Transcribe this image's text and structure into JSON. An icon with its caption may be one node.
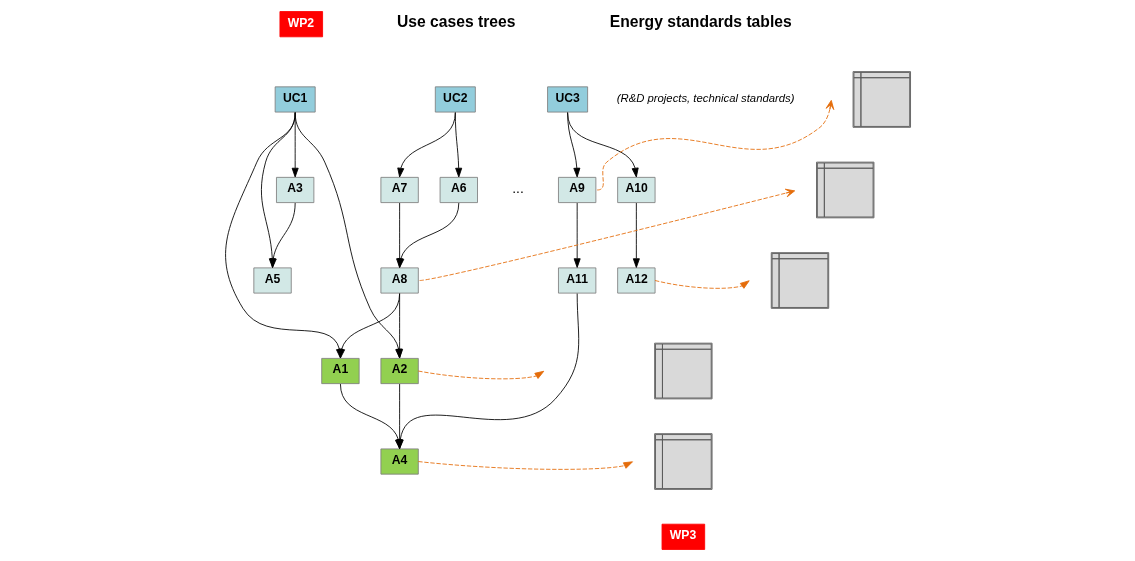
{
  "diagram": {
    "nodes": [
      {
        "text": [
          "WP2"
        ]
      },
      {
        "text": [
          "UC1"
        ]
      },
      {
        "text": [
          "UC2"
        ]
      },
      {
        "text": [
          "UC3"
        ]
      },
      {
        "text": [
          "A3"
        ]
      },
      {
        "text": [
          "A6"
        ]
      },
      {
        "text": [
          "A7"
        ]
      },
      {
        "text": [
          "A9"
        ]
      },
      {
        "text": [
          "A10"
        ]
      },
      {
        "text": [
          "A5"
        ]
      },
      {
        "text": [
          "A8"
        ]
      },
      {
        "text": [
          "A11"
        ]
      },
      {
        "text": [
          "A12"
        ]
      },
      {
        "text": [
          "A1"
        ]
      },
      {
        "text": [
          "A2"
        ]
      },
      {
        "text": [
          "A4"
        ]
      },
      {
        "text": [],
        "shape": "table"
      },
      {
        "text": [],
        "shape": "table"
      },
      {
        "text": [],
        "shape": "table"
      },
      {
        "text": [],
        "shape": "table"
      },
      {
        "text": [],
        "shape": "table"
      },
      {
        "text": [
          "WP3"
        ]
      }
    ],
    "edges": [
      {
        "from": 1,
        "to": 4,
        "arrow": "to"
      },
      {
        "from": 1,
        "to": 9,
        "arrow": "to"
      },
      {
        "from": 1,
        "to": 13,
        "arrow": "to"
      },
      {
        "from": 1,
        "to": 14,
        "arrow": "to"
      },
      {
        "from": 2,
        "to": 5,
        "arrow": "to"
      },
      {
        "from": 2,
        "to": 6,
        "arrow": "to"
      },
      {
        "from": 3,
        "to": 7,
        "arrow": "to"
      },
      {
        "from": 3,
        "to": 8,
        "arrow": "to"
      },
      {
        "from": 4,
        "to": 9,
        "arrow": "to"
      },
      {
        "from": 5,
        "to": 10,
        "arrow": "to"
      },
      {
        "from": 6,
        "to": 10,
        "arrow": "to"
      },
      {
        "from": 7,
        "to": 11,
        "arrow": "to"
      },
      {
        "from": 8,
        "to": 12,
        "arrow": "to"
      },
      {
        "from": 10,
        "to": 13,
        "arrow": "to"
      },
      {
        "from": 10,
        "to": 14,
        "arrow": "to"
      },
      {
        "from": 13,
        "to": 15,
        "arrow": "to"
      },
      {
        "from": 14,
        "to": 15,
        "arrow": "to"
      },
      {
        "from": 11,
        "to": 15,
        "arrow": "to"
      },
      {
        "from": 7,
        "to": null,
        "arrow": "to",
        "style": "dashed",
        "color": "#e46c0a"
      },
      {
        "from": 10,
        "to": null,
        "arrow": "to",
        "style": "dashed",
        "color": "#e46c0a"
      },
      {
        "from": 12,
        "to": null,
        "arrow": "to",
        "style": "dashed",
        "color": "#e46c0a"
      },
      {
        "from": 14,
        "to": null,
        "arrow": "to",
        "style": "dashed",
        "color": "#e46c0a"
      },
      {
        "from": 15,
        "to": null,
        "arrow": "to",
        "style": "dashed",
        "color": "#e46c0a"
      }
    ],
    "labels": [
      "Use cases trees",
      "Energy standards tables",
      "(R&D projects, technical standards)",
      "..."
    ]
  }
}
